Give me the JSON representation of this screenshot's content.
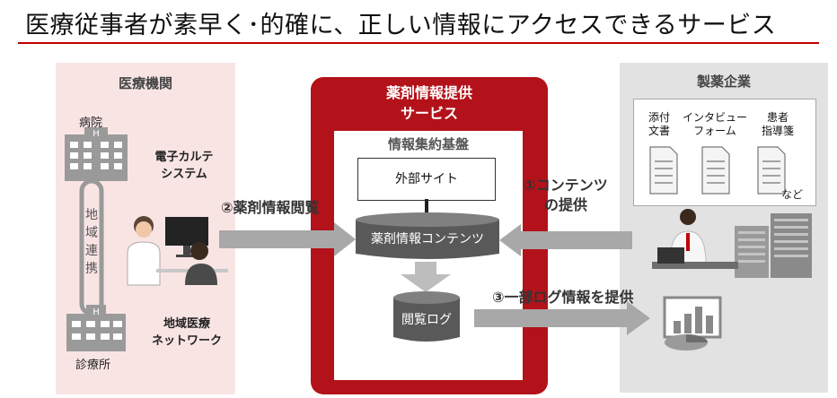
{
  "title": "医療従事者が素早く･的確に、正しい情報にアクセスできるサービス",
  "left_panel": {
    "heading": "医療機関",
    "hospital": "病院",
    "clinic": "診療所",
    "link_chars": [
      "地",
      "域",
      "連",
      "携"
    ],
    "ehr_line1": "電子カルテ",
    "ehr_line2": "システム",
    "network_line1": "地域医療",
    "network_line2": "ネットワーク"
  },
  "service": {
    "heading_line1": "薬剤情報提供",
    "heading_line2": "サービス",
    "platform": "情報集約基盤",
    "external_site": "外部サイト",
    "drug_contents": "薬剤情報コンテンツ",
    "browse_log": "閲覧ログ"
  },
  "right_panel": {
    "heading": "製薬企業",
    "doc1_line1": "添付",
    "doc1_line2": "文書",
    "doc2_line1": "インタビュー",
    "doc2_line2": "フォーム",
    "doc3_line1": "患者",
    "doc3_line2": "指導箋",
    "etc": "など"
  },
  "arrows": {
    "browse": "②薬剤情報閲覧",
    "contents_line1": "①コンテンツ",
    "contents_line2": "の提供",
    "log": "③一部ログ情報を提供"
  },
  "colors": {
    "accent": "#c00000",
    "service_red": "#b3121a",
    "left_bg": "#f9e4e4",
    "right_bg": "#e2e2e2",
    "arrow_gray": "#a8a8a8"
  }
}
